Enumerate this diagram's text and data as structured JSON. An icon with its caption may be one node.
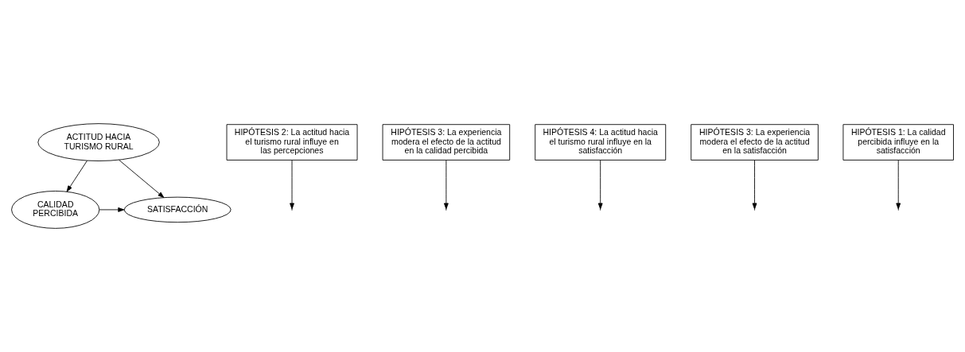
{
  "diagram": {
    "nodes": [
      {
        "text": [
          "ACTITUD HACIA TURISMO RURAL"
        ]
      },
      {
        "text": [
          "CALIDAD PERCIBIDA"
        ]
      },
      {
        "text": [
          "SATISFACCIÓN"
        ]
      },
      {
        "text": [
          "HIPÓTESIS 2: La actitud hacia el turismo rural influye en las percepciones"
        ]
      },
      {
        "text": [
          "HIPÓTESIS 3: La experiencia modera el efecto de la actitud en la calidad percibida"
        ]
      },
      {
        "text": [
          "HIPÓTESIS 4: La actitud hacia el turismo rural influye en la satisfacción"
        ]
      },
      {
        "text": [
          "HIPÓTESIS 3: La experiencia modera el efecto de la actitud en la satisfacción"
        ]
      },
      {
        "text": [
          "HIPÓTESIS 1: La calidad percibida influye en la satisfacción"
        ]
      }
    ],
    "edges": [
      {
        "from": 0,
        "to": 1,
        "arrow": "to"
      },
      {
        "from": 0,
        "to": 2,
        "arrow": "to"
      },
      {
        "from": 1,
        "to": 2,
        "arrow": "to"
      },
      {
        "from": 3,
        "to": null,
        "arrow": "to"
      },
      {
        "from": 4,
        "to": null,
        "arrow": "to"
      },
      {
        "from": 5,
        "to": null,
        "arrow": "to"
      },
      {
        "from": 6,
        "to": null,
        "arrow": "to"
      },
      {
        "from": 7,
        "to": null,
        "arrow": "to"
      }
    ]
  }
}
